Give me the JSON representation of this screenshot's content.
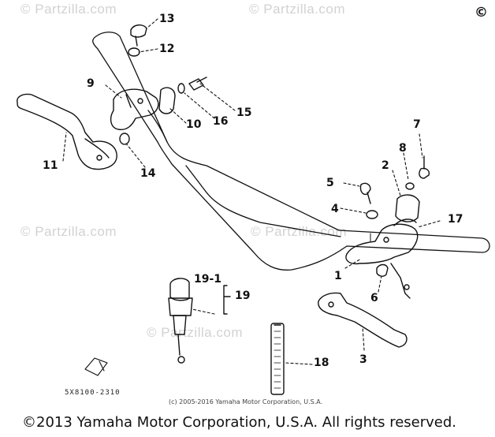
{
  "watermarks": [
    "© Partzilla.com",
    "© Partzilla.com",
    "© Partzilla.com",
    "© Partzilla.com",
    "© Partzilla.com"
  ],
  "copyright_mark": "©",
  "callouts": {
    "p1": "1",
    "p2": "2",
    "p3": "3",
    "p4": "4",
    "p5": "5",
    "p6": "6",
    "p7": "7",
    "p8": "8",
    "p9": "9",
    "p10": "10",
    "p11": "11",
    "p12": "12",
    "p13": "13",
    "p14": "14",
    "p15": "15",
    "p16": "16",
    "p17": "17",
    "p18": "18",
    "p19": "19",
    "p19_1": "19-1"
  },
  "part_code": "5X8100-2310",
  "small_copyright": "(c) 2005-2016 Yamaha Motor Corporation, U.S.A.",
  "footer": "©2013 Yamaha Motor Corporation, U.S.A. All rights reserved.",
  "colors": {
    "line": "#111111",
    "watermark": "#d2d2d2"
  }
}
